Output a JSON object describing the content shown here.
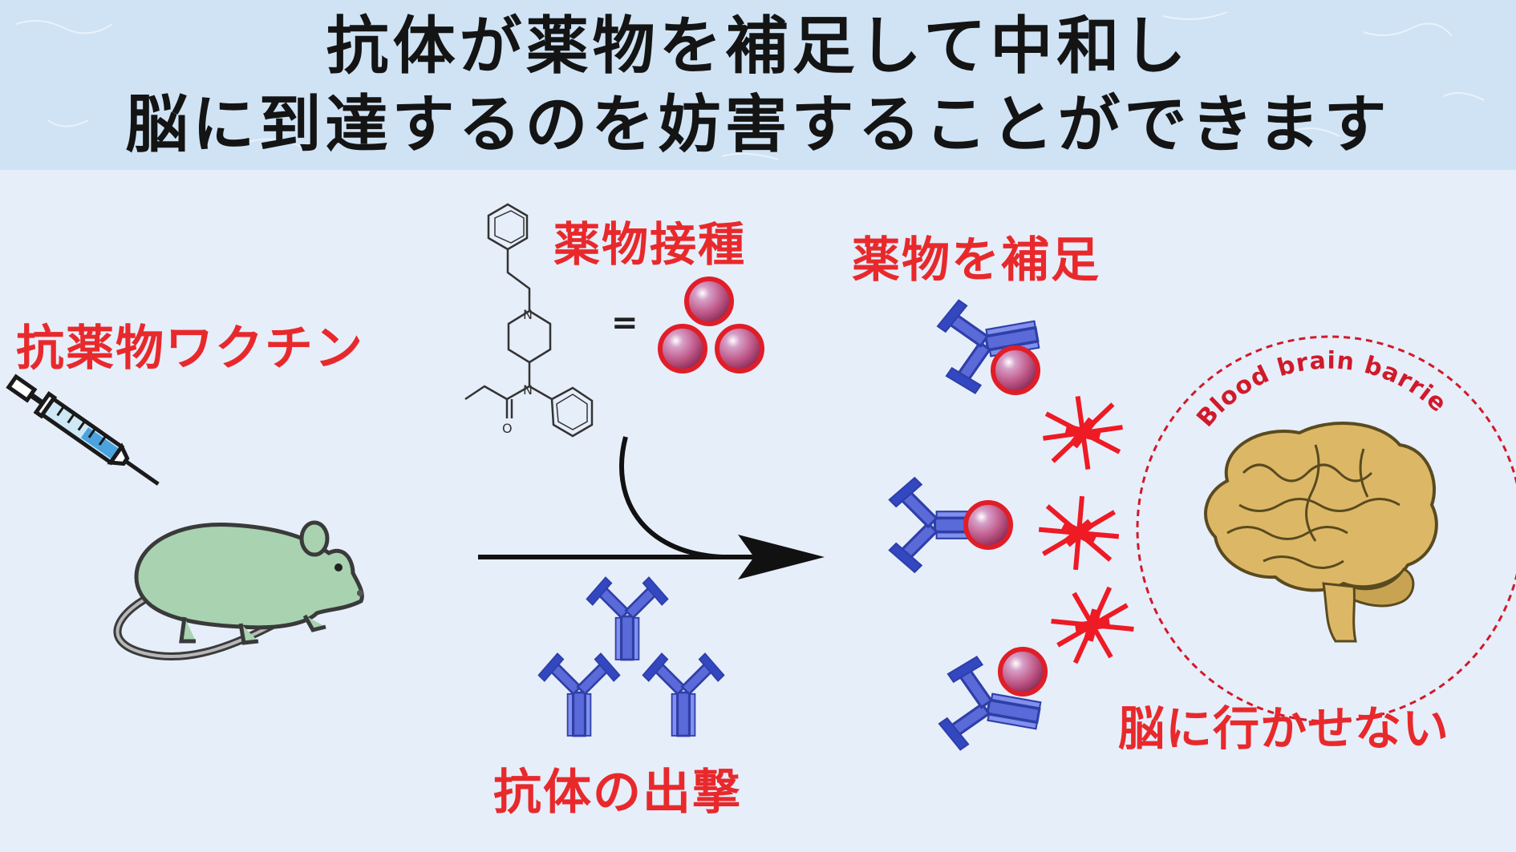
{
  "title": {
    "line1": "抗体が薬物を補足して中和し",
    "line2": "脳に到達するのを妨害することができます"
  },
  "labels": {
    "vaccine": "抗薬物ワクチン",
    "drug_dose": "薬物接種",
    "capture": "薬物を補足",
    "antibody_launch": "抗体の出撃",
    "block_brain": "脳に行かせない"
  },
  "molecule": {
    "atom_n1": "N",
    "atom_n2": "N",
    "atom_o": "O",
    "equals": "="
  },
  "brain": {
    "barrier_label": "Blood brain barrier"
  },
  "colors": {
    "label_red": "#e8292c",
    "antibody_blue": "#3a4fc8",
    "drug_red": "#e01e28",
    "mouse_green": "#a8d2b0",
    "brain_tan": "#dcb866",
    "header_bg": "#cfe3f5",
    "panel_bg": "#e6eefa"
  }
}
